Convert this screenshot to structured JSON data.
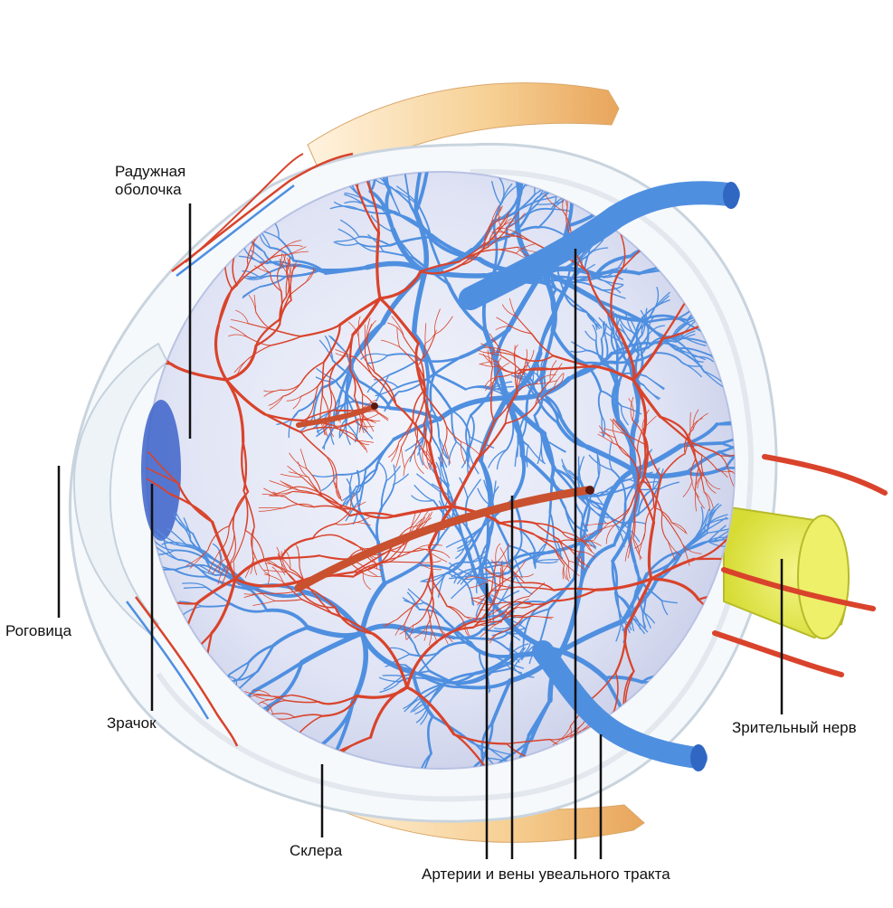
{
  "labels": {
    "iris_line1": "Радужная",
    "iris_line2": "оболочка",
    "cornea": "Роговица",
    "pupil": "Зрачок",
    "sclera": "Склера",
    "uveal_vessels": "Артерии и вены увеального тракта",
    "optic_nerve": "Зрительный нерв"
  },
  "colors": {
    "vein": "#4f8fe0",
    "artery": "#d9432b",
    "sclera": "#f4f8fb",
    "muscle": "#f2c58a",
    "nerve": "#e6ea4a",
    "pupil": "#3d63c9"
  }
}
